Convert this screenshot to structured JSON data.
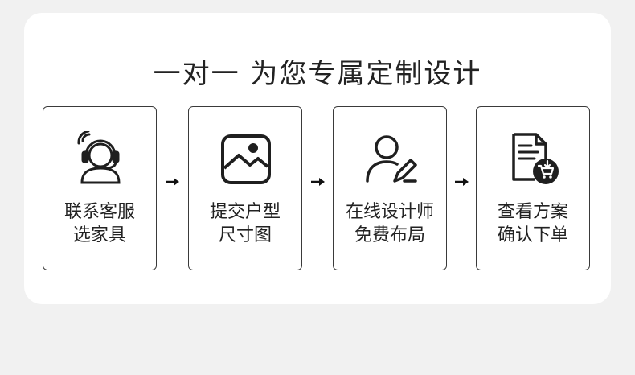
{
  "title": "一对一 为您专属定制设计",
  "steps": [
    {
      "line1": "联系客服",
      "line2": "选家具",
      "icon": "customer-service-headset-icon"
    },
    {
      "line1": "提交户型",
      "line2": "尺寸图",
      "icon": "image-picture-icon"
    },
    {
      "line1": "在线设计师",
      "line2": "免费布局",
      "icon": "user-edit-pen-icon"
    },
    {
      "line1": "查看方案",
      "line2": "确认下单",
      "icon": "document-cart-icon"
    }
  ],
  "colors": {
    "background": "#f1f1f1",
    "card": "#ffffff",
    "stroke": "#2b2b2b"
  }
}
